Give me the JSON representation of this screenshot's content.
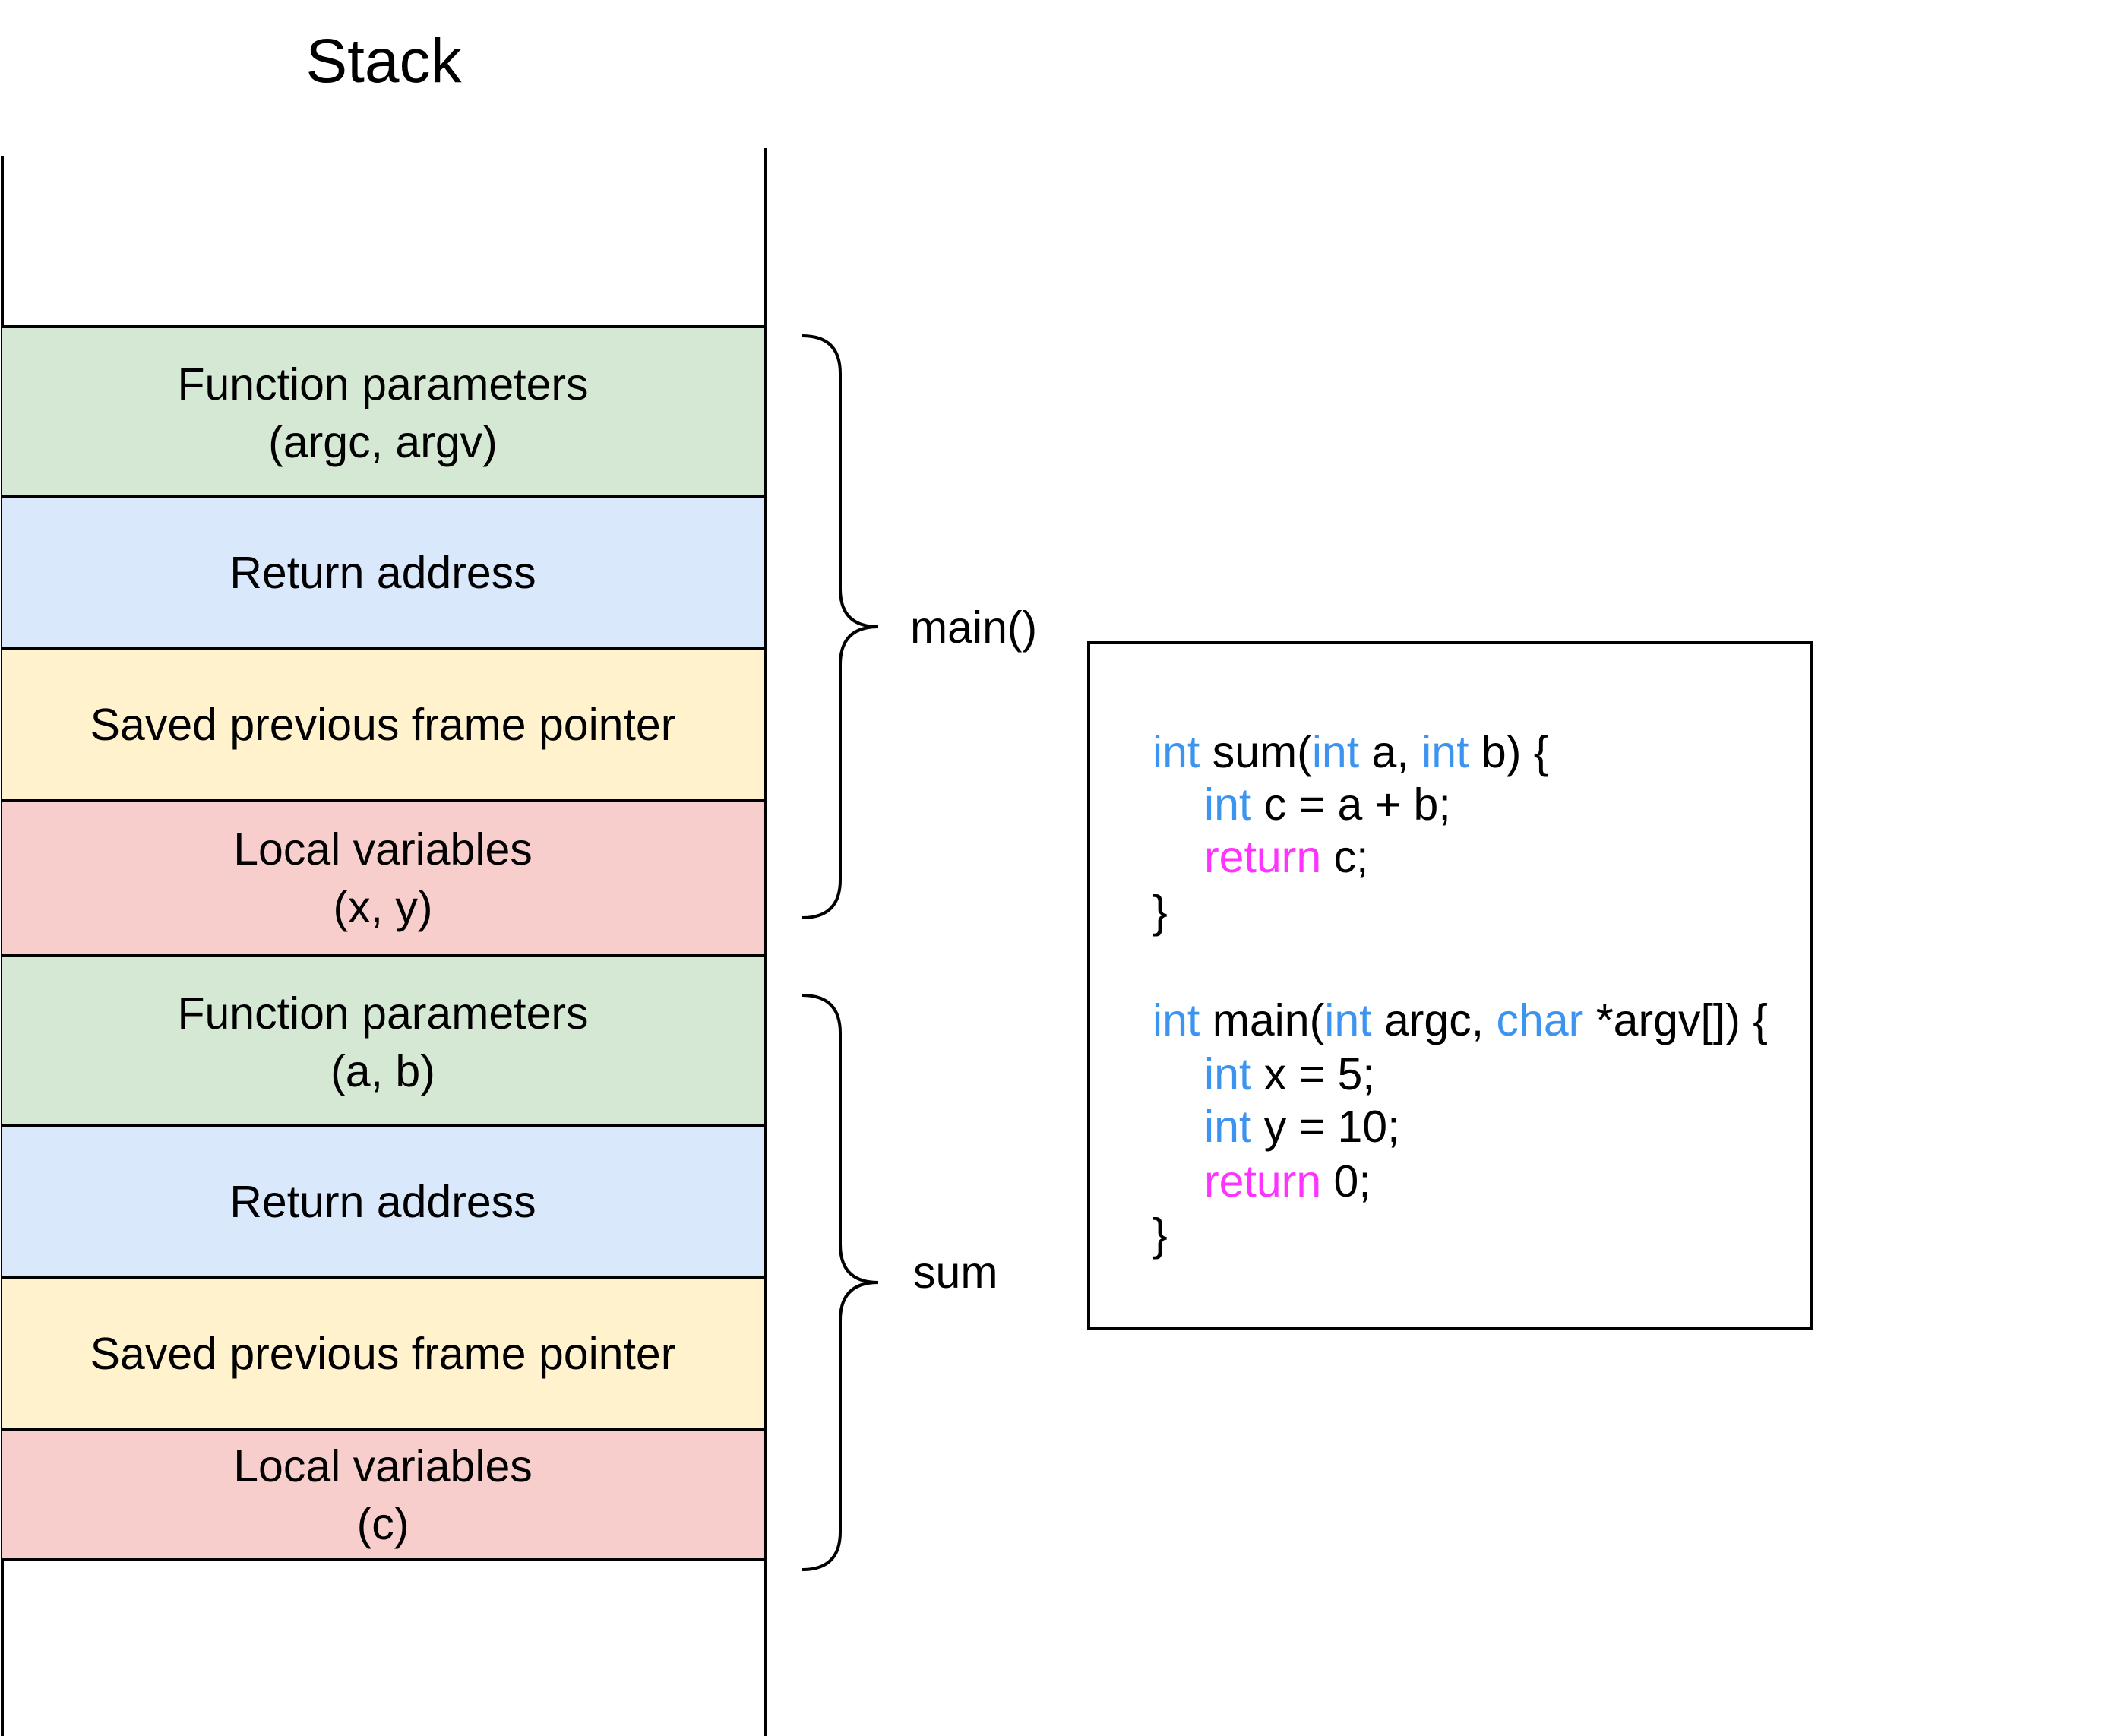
{
  "title": "Stack",
  "frames": [
    {
      "label": "main()",
      "cells": [
        {
          "color": "green",
          "lines": [
            "Function parameters",
            "(argc, argv)"
          ]
        },
        {
          "color": "blue",
          "lines": [
            "Return address"
          ]
        },
        {
          "color": "yellow",
          "lines": [
            "Saved previous frame pointer"
          ]
        },
        {
          "color": "red",
          "lines": [
            "Local variables",
            "(x, y)"
          ]
        }
      ]
    },
    {
      "label": "sum",
      "cells": [
        {
          "color": "green",
          "lines": [
            "Function parameters",
            "(a, b)"
          ]
        },
        {
          "color": "blue",
          "lines": [
            "Return address"
          ]
        },
        {
          "color": "yellow",
          "lines": [
            "Saved previous frame pointer"
          ]
        },
        {
          "color": "red",
          "lines": [
            "Local variables",
            "(c)"
          ]
        }
      ]
    }
  ],
  "colors": {
    "green": "#d5e8d4",
    "blue": "#dae8fc",
    "yellow": "#fff2cc",
    "red": "#f8cecc",
    "keyword_type": "#3c94f0",
    "keyword_return": "#ff33ff"
  },
  "code": [
    [
      {
        "t": "int",
        "k": "type"
      },
      {
        "t": " sum("
      },
      {
        "t": "int",
        "k": "type"
      },
      {
        "t": " a, "
      },
      {
        "t": "int",
        "k": "type"
      },
      {
        "t": " b) {"
      }
    ],
    [
      {
        "t": "int",
        "k": "type"
      },
      {
        "t": " c = a + b;"
      }
    ],
    [
      {
        "t": "return",
        "k": "return"
      },
      {
        "t": " c;"
      }
    ],
    [
      {
        "t": "}"
      }
    ],
    [],
    [
      {
        "t": "int",
        "k": "type"
      },
      {
        "t": " main("
      },
      {
        "t": "int",
        "k": "type"
      },
      {
        "t": " argc, "
      },
      {
        "t": "char",
        "k": "type"
      },
      {
        "t": " *argv[]) {"
      }
    ],
    [
      {
        "t": "int",
        "k": "type"
      },
      {
        "t": " x = 5;"
      }
    ],
    [
      {
        "t": "int",
        "k": "type"
      },
      {
        "t": " y = 10;"
      }
    ],
    [
      {
        "t": "return",
        "k": "return"
      },
      {
        "t": " 0;"
      }
    ],
    [
      {
        "t": "}"
      }
    ]
  ]
}
